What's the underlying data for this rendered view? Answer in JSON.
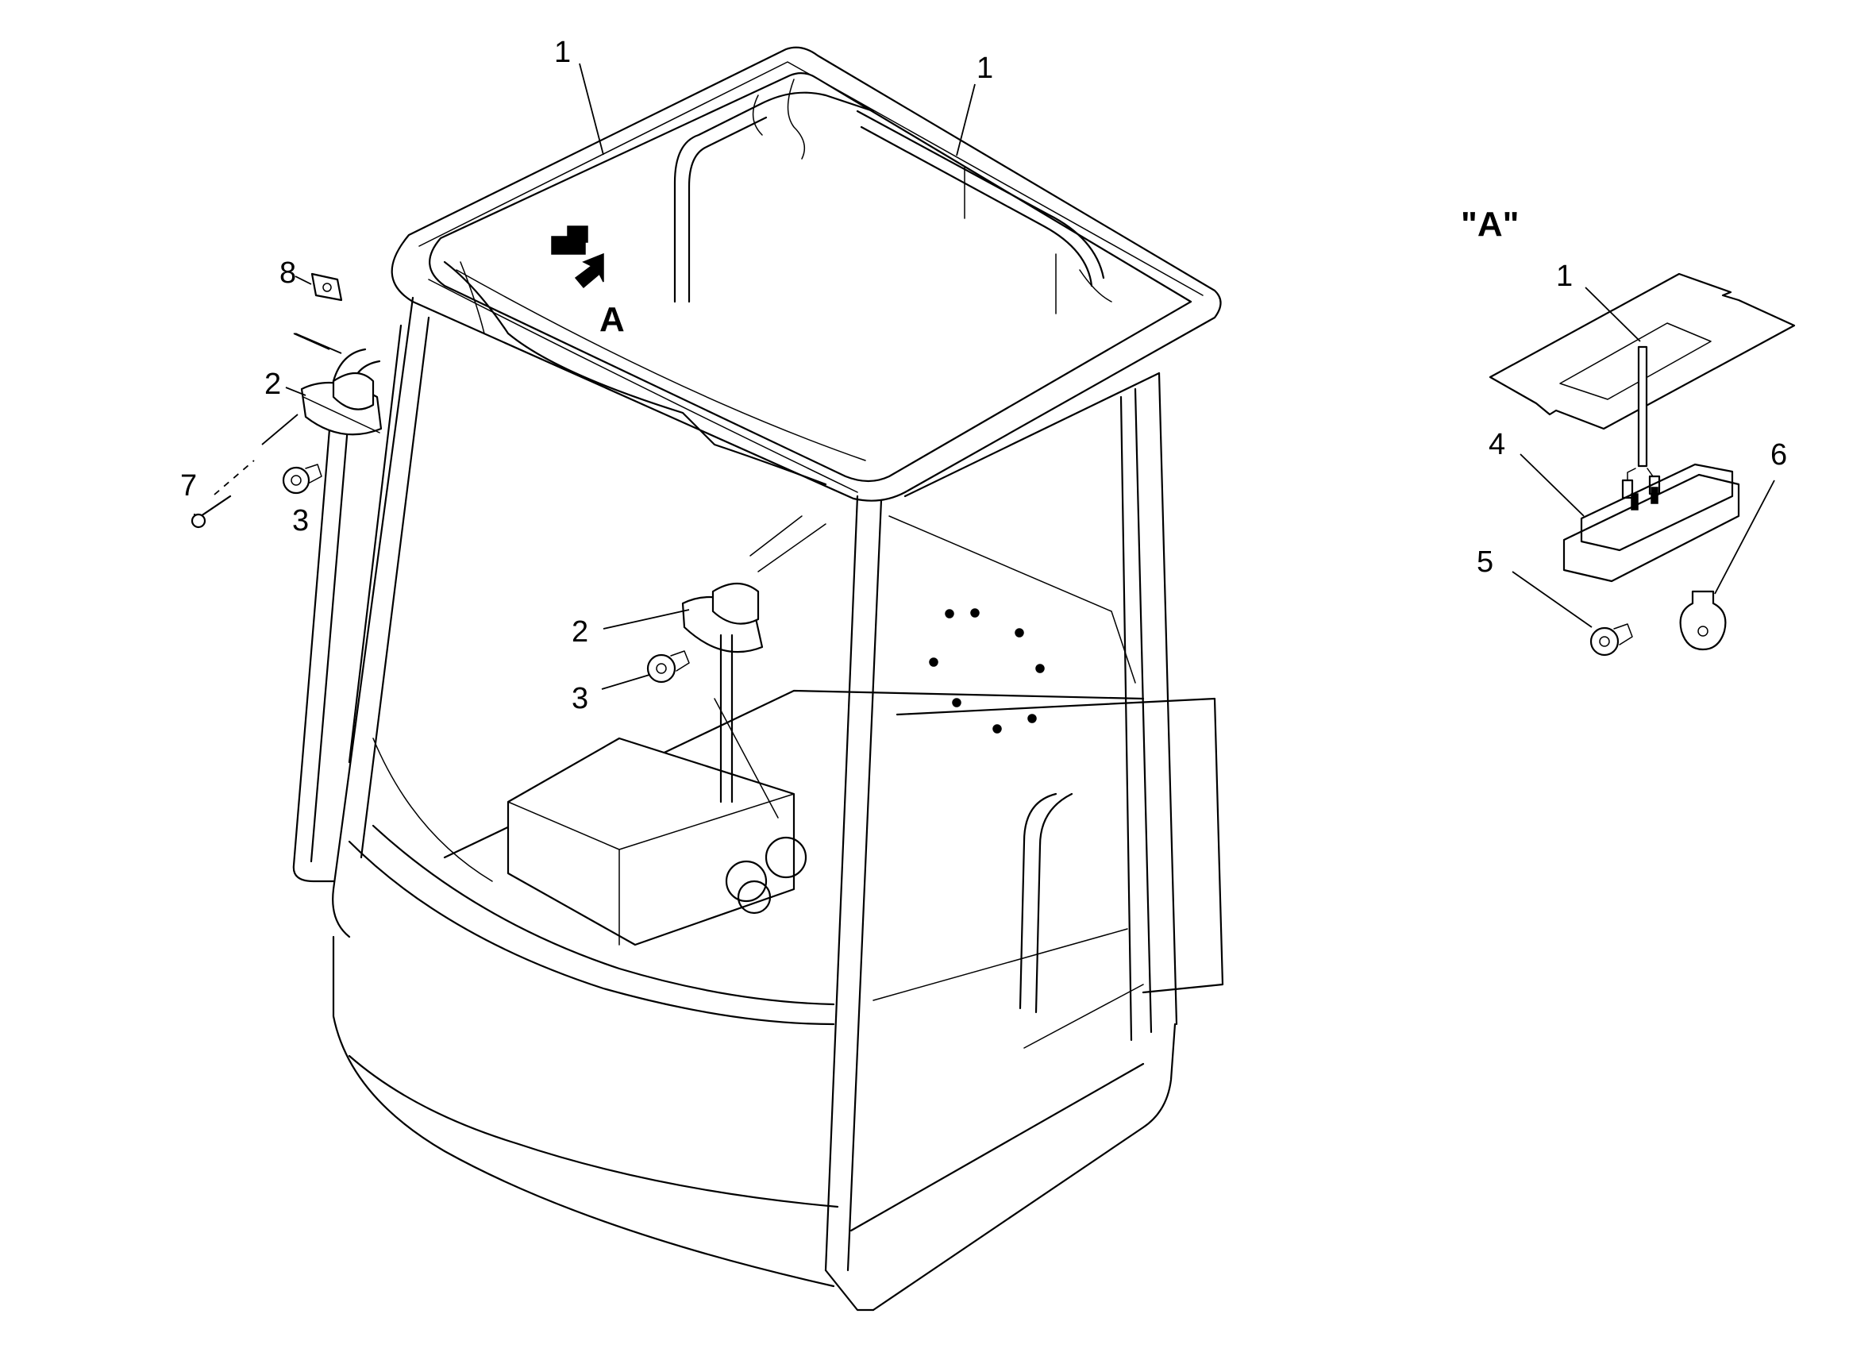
{
  "callouts": {
    "top_left_1": "1",
    "top_right_1": "1",
    "left_8": "8",
    "left_2": "2",
    "left_7": "7",
    "left_3": "3",
    "mid_2": "2",
    "mid_3": "3",
    "detail_1": "1",
    "detail_4": "4",
    "detail_5": "5",
    "detail_6": "6"
  },
  "view_marker": "A",
  "detail_title": "\"A\""
}
